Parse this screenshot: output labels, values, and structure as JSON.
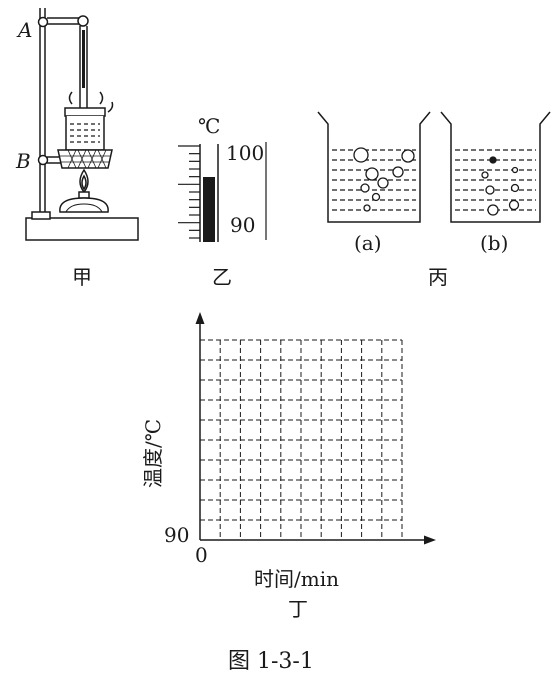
{
  "apparatus": {
    "label_a": "A",
    "label_b": "B",
    "caption": "甲"
  },
  "thermometer": {
    "unit": "℃",
    "scale_top": "100",
    "scale_bottom": "90",
    "caption": "乙"
  },
  "beakers": {
    "a_label": "(a)",
    "b_label": "(b)",
    "caption": "丙"
  },
  "graph": {
    "y_axis_label": "温度/℃",
    "x_axis_label": "时间/min",
    "y_origin_label": "90",
    "x_origin_label": "0",
    "caption": "丁",
    "grid_columns": 10,
    "grid_rows": 10
  },
  "figure_caption": "图 1-3-1"
}
